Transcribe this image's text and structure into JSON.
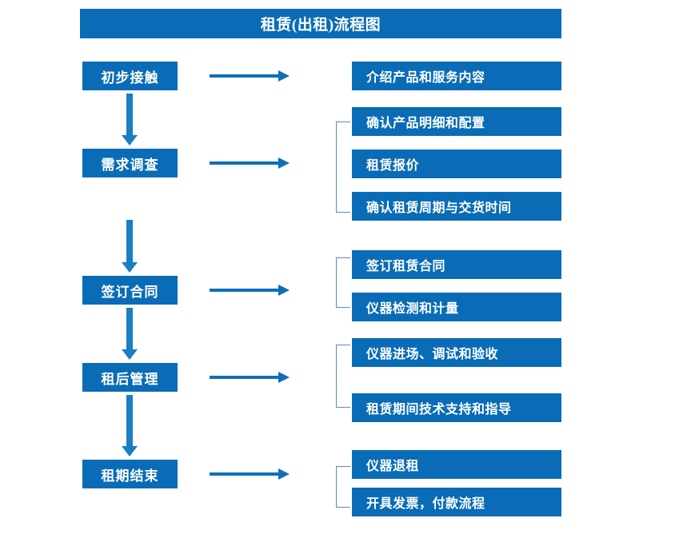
{
  "title": "租赁(出租)流程图",
  "colors": {
    "box_blue": "#0a6cb6",
    "arrow_blue": "#0d6fb8",
    "bracket_blue": "#5b8ac4",
    "box_text": "#ffffff"
  },
  "stages": [
    {
      "label": "初步接触"
    },
    {
      "label": "需求调查"
    },
    {
      "label": "签订合同"
    },
    {
      "label": "租后管理"
    },
    {
      "label": "租期结束"
    }
  ],
  "groups": [
    {
      "stage": "初步接触",
      "bracketed": false,
      "details": [
        {
          "label": "介绍产品和服务内容"
        }
      ]
    },
    {
      "stage": "需求调查",
      "bracketed": true,
      "details": [
        {
          "label": "确认产品明细和配置"
        },
        {
          "label": "租赁报价"
        },
        {
          "label": "确认租赁周期与交货时间"
        }
      ]
    },
    {
      "stage": "签订合同",
      "bracketed": true,
      "details": [
        {
          "label": "签订租赁合同"
        },
        {
          "label": "仪器检测和计量"
        }
      ]
    },
    {
      "stage": "租后管理",
      "bracketed": true,
      "details": [
        {
          "label": "仪器进场、调试和验收"
        },
        {
          "label": "租赁期间技术支持和指导"
        }
      ]
    },
    {
      "stage": "租期结束",
      "bracketed": true,
      "details": [
        {
          "label": "仪器退租"
        },
        {
          "label": "开具发票，付款流程"
        }
      ]
    }
  ],
  "connectors": {
    "horizontal_arrow_count": 5,
    "vertical_arrow_count": 4,
    "direction": "down-and-right"
  }
}
